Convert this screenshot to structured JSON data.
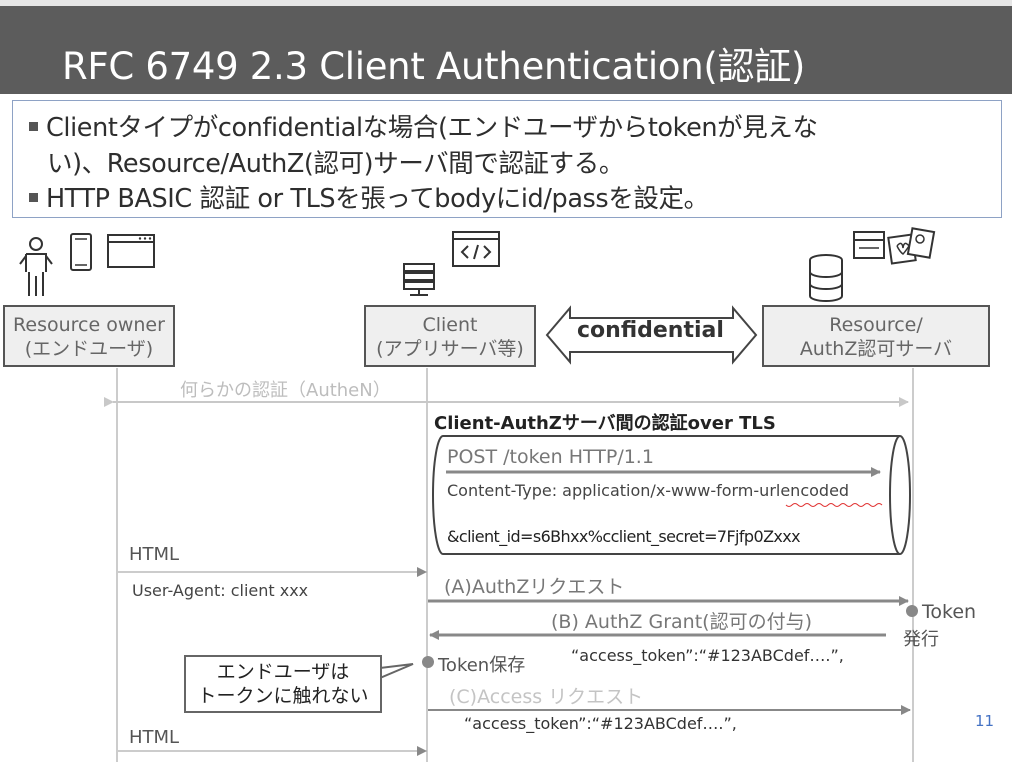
{
  "slide": {
    "title": "RFC 6749 2.3 Client Authentication(認証)",
    "bullets": {
      "b1_line1": "Clientタイプがconfidentialな場合(エンドユーザからtokenが見えな",
      "b1_line2": "い)、Resource/AuthZ(認可)サーバ間で認証する。",
      "b2": "HTTP BASIC 認証 or TLSを張ってbodyにid/passを設定。"
    },
    "page_number": "11"
  },
  "actors": {
    "owner_line1": "Resource owner",
    "owner_line2": "(エンドユーザ)",
    "client_line1": "Client",
    "client_line2": "(アプリサーバ等)",
    "server_line1": "Resource/",
    "server_line2": "AuthZ認可サーバ",
    "confidential": "confidential"
  },
  "flow": {
    "authen": "何らかの認証（AutheN）",
    "tls_title": "Client-AuthZサーバ間の認証over TLS",
    "post_line": "POST /token HTTP/1.1",
    "content_type_prefix": "Content-Type: application/x-www-form-",
    "content_type_suffix": "urlencoded",
    "client_params": "&client_id=s6Bhxx%cclient_secret=7Fjfp0Zxxx",
    "html_1": "HTML",
    "user_agent": "User-Agent: client xxx",
    "authz_request": "(A)AuthZリクエスト",
    "token_issue_1": "Token",
    "token_issue_2": "発行",
    "authz_grant": "(B) AuthZ Grant(認可の付与)",
    "access_token_1": "“access_token”:“#123ABCdef….”,",
    "token_save": "Token保存",
    "callout_1": "エンドユーザは",
    "callout_2": "トークンに触れない",
    "access_request": "(C)Access リクエスト",
    "access_token_2": "“access_token”:“#123ABCdef….”,",
    "html_2": "HTML"
  },
  "colors": {
    "title_bg": "#5c5c5c",
    "box_border": "#8ea2c5",
    "faded": "#bdbdbd",
    "arrow": "#888888",
    "page_number": "#4472c4"
  }
}
